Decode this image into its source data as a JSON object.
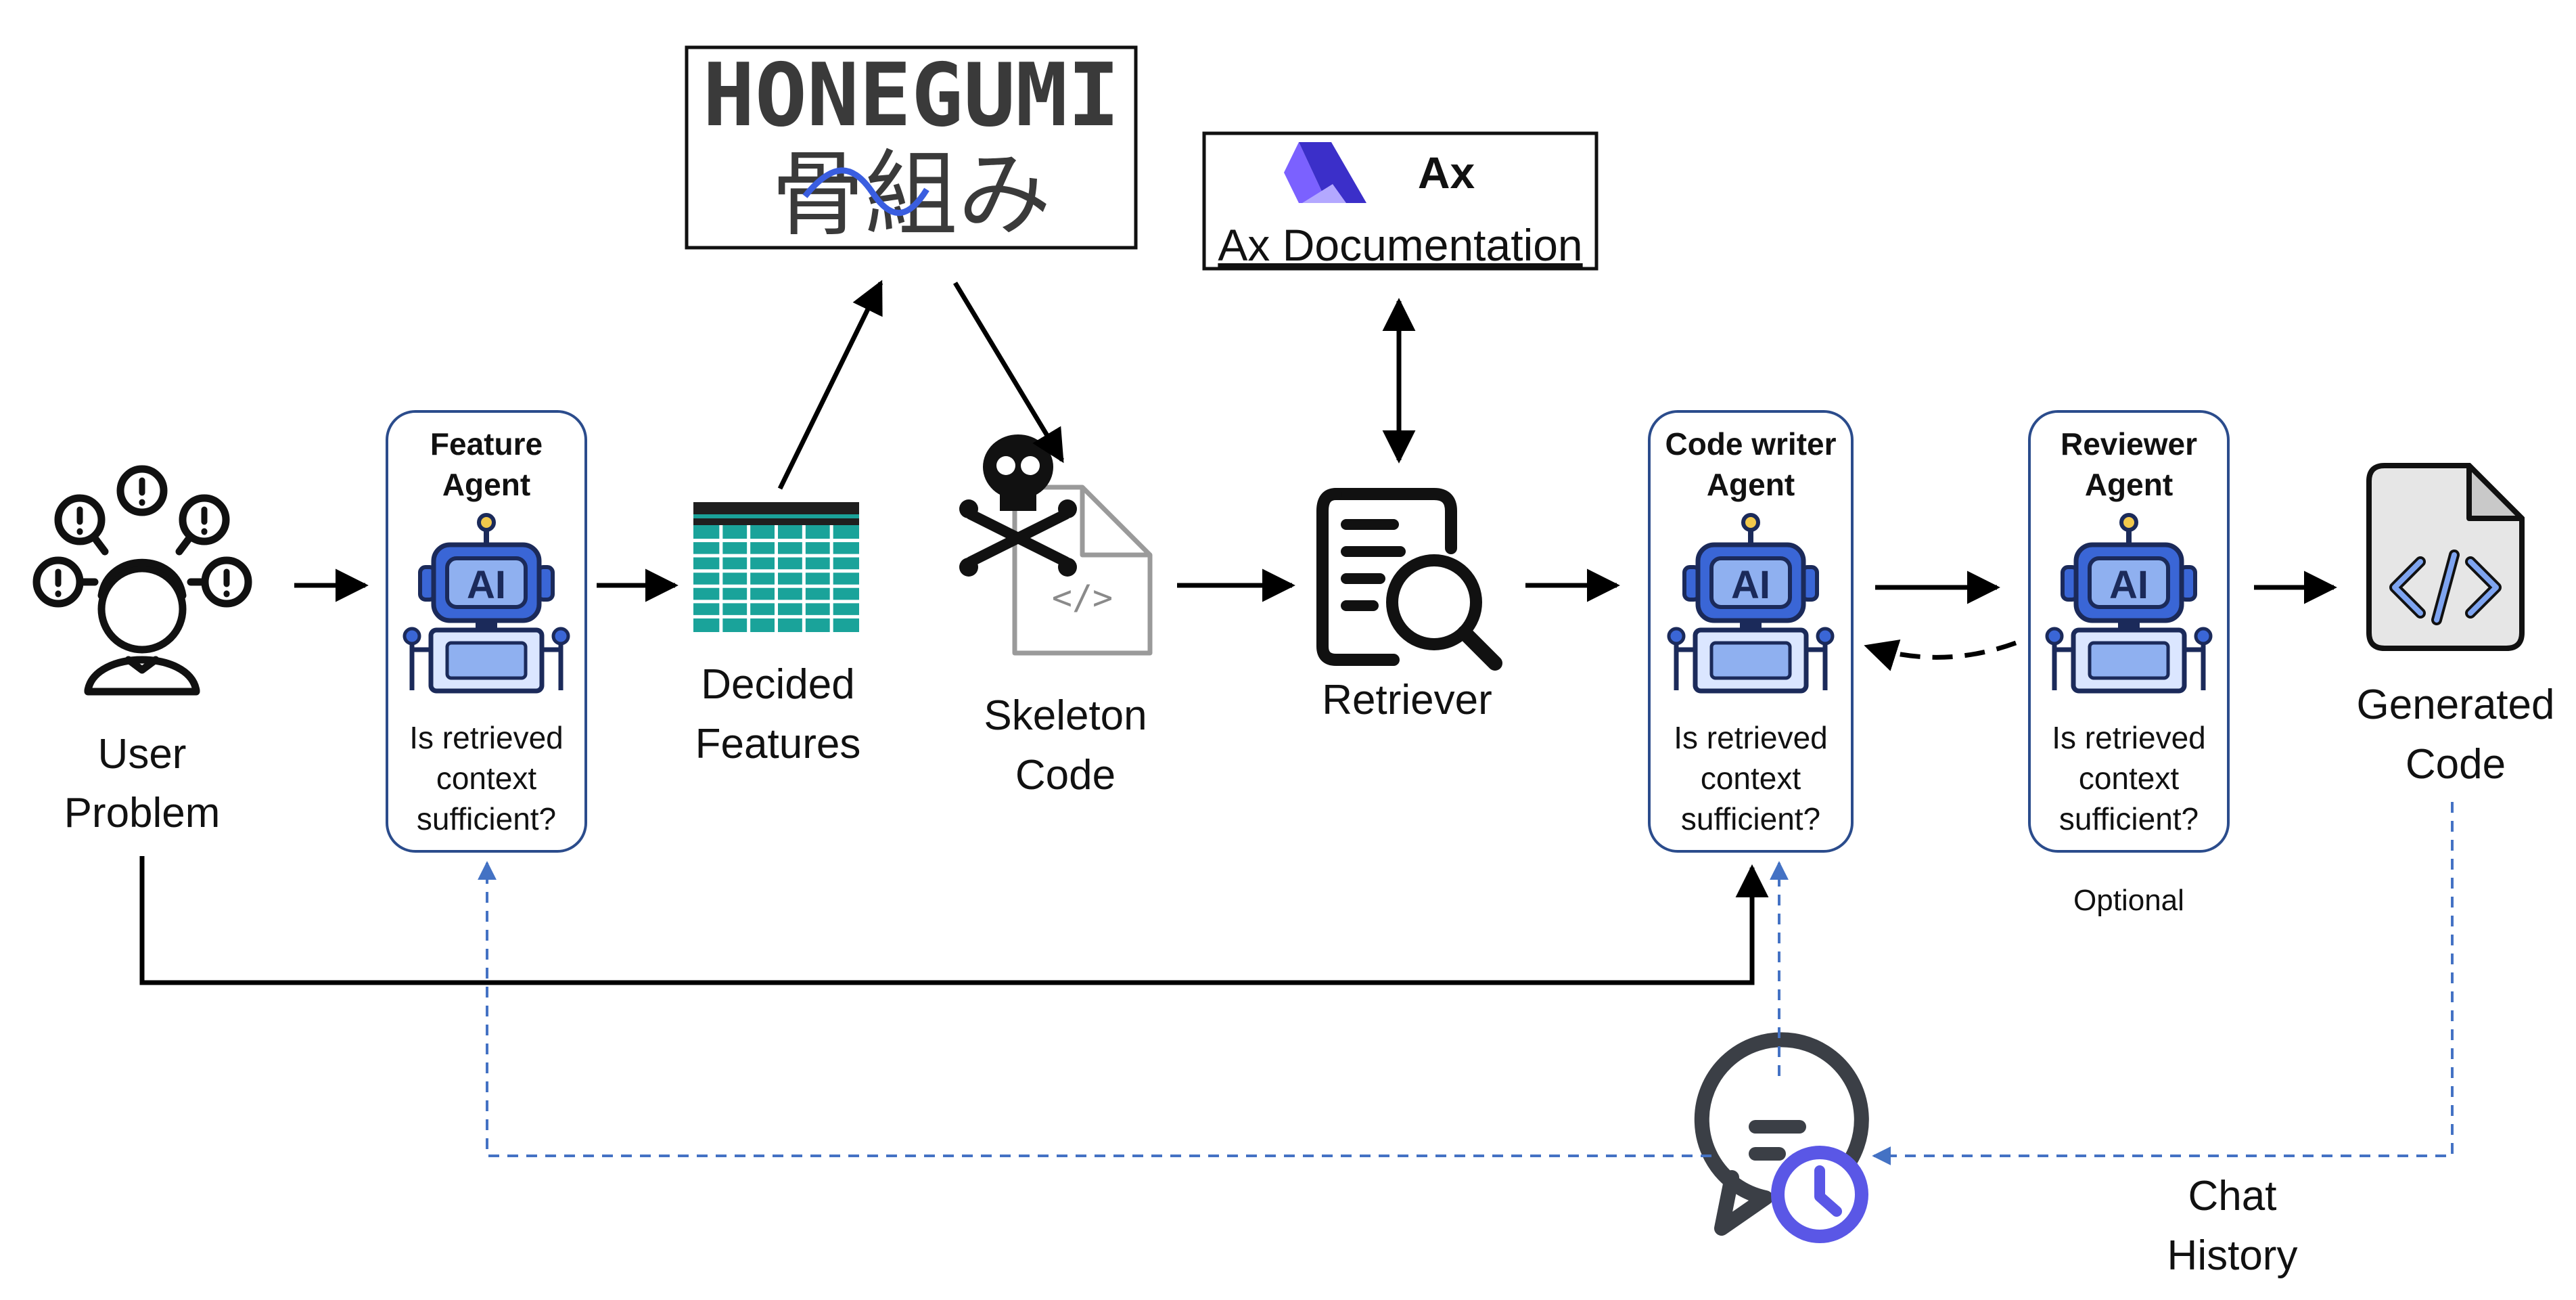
{
  "honegumi": {
    "title": "HONEGUMI",
    "subtitle": "骨組み"
  },
  "ax": {
    "logo_text": "Ax",
    "link": "Ax Documentation"
  },
  "nodes": {
    "user_problem": [
      "User",
      "Problem"
    ],
    "decided_features": [
      "Decided",
      "Features"
    ],
    "skeleton_code": [
      "Skeleton",
      "Code"
    ],
    "retriever": "Retriever",
    "generated_code": [
      "Generated",
      "Code"
    ],
    "chat_history": [
      "Chat",
      "History"
    ]
  },
  "agents": {
    "feature": {
      "title": [
        "Feature",
        "Agent"
      ],
      "question": [
        "Is retrieved",
        "context",
        "sufficient?"
      ],
      "robot_label": "AI"
    },
    "code_writer": {
      "title": [
        "Code writer",
        "Agent"
      ],
      "question": [
        "Is retrieved",
        "context",
        "sufficient?"
      ],
      "robot_label": "AI"
    },
    "reviewer": {
      "title": [
        "Reviewer",
        "Agent"
      ],
      "question": [
        "Is retrieved",
        "context",
        "sufficient?"
      ],
      "robot_label": "AI",
      "note": "Optional"
    }
  },
  "colors": {
    "agent_border": "#2b4c8c",
    "robot_blue": "#3a66d6",
    "robot_light": "#8fb0f0",
    "table_teal": "#1aa39a",
    "dashed_blue": "#4472c4",
    "clock_purple": "#5a57e6",
    "ax_logo": "#3b2fc9"
  }
}
